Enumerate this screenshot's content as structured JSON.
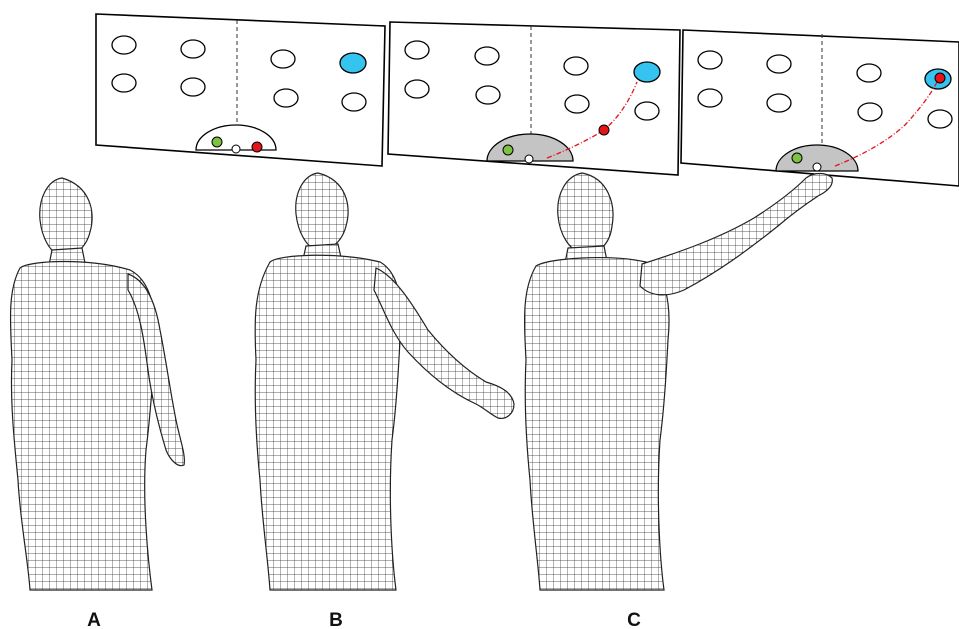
{
  "labels": {
    "a": "A",
    "b": "B",
    "c": "C"
  },
  "colors": {
    "target": "#35c4ef",
    "cursor": "#e5141b",
    "home": "#7dc242",
    "home_region": "#c4c4c4",
    "path": "#e5141b",
    "mesh": "#2a2a2a"
  },
  "panels": [
    {
      "id": "A",
      "home_region_filled": false,
      "cursor_state": "at-start",
      "trajectory_shown": false
    },
    {
      "id": "B",
      "home_region_filled": true,
      "cursor_state": "moving",
      "trajectory_shown": true
    },
    {
      "id": "C",
      "home_region_filled": true,
      "cursor_state": "on-target",
      "trajectory_shown": true
    }
  ]
}
